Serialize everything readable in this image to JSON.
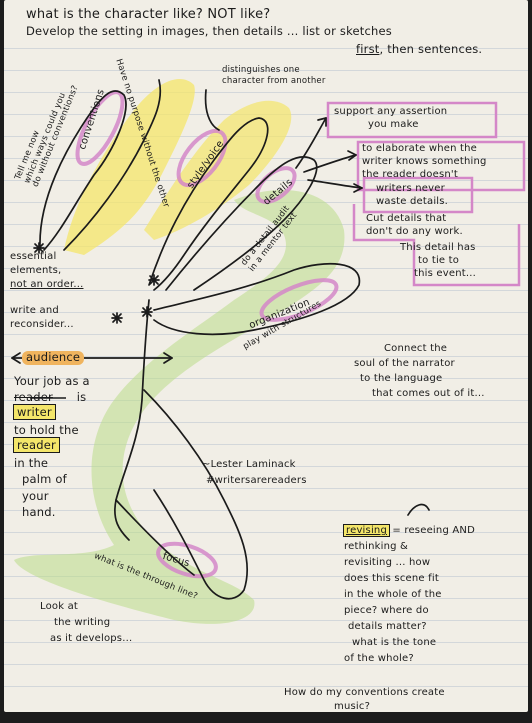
{
  "page": {
    "header": {
      "line1": "what is the character like? NOT like?",
      "line2": "Develop the setting in images, then details ... list or sketches",
      "line3a": "first",
      "line3b": ", then sentences."
    },
    "convention_note": {
      "l1": "Tell me now",
      "l2": "which ways could you",
      "l3": "do without conventions?"
    },
    "convention_note2": "Have no purpose without the other",
    "branches": {
      "conventions": "conventions",
      "style_voice": "style/voice",
      "distinguishes": {
        "l1": "distinguishes one",
        "l2": "character from another"
      },
      "details": "details",
      "detail_audit": {
        "l1": "do a detail audit",
        "l2": "in a mentor text"
      },
      "organization": "organization",
      "play_structures": "play with structures",
      "audience": "audience",
      "focus": "focus",
      "through_line": "what is the through line?"
    },
    "support": {
      "l1": "support any assertion",
      "l2": "you make"
    },
    "elaborate": {
      "l1": "to elaborate when the",
      "l2": "writer knows something",
      "l3": "the reader doesn't"
    },
    "writers_never": {
      "l1": "writers never",
      "l2": "waste details."
    },
    "cut_details": {
      "l1": "Cut details that",
      "l2": "don't do any work.",
      "l3": "This detail has",
      "l4": "to tie to",
      "l5": "this event..."
    },
    "essential": {
      "l1": "essential",
      "l2": "elements,",
      "l3": "not an order..."
    },
    "write_reconsider": {
      "l1": "write and",
      "l2": "reconsider..."
    },
    "job": {
      "l1": "Your job as a",
      "l2a": "reader",
      "l2b": "is",
      "l3": "writer",
      "l4": "to hold the",
      "l5": "reader",
      "l6": "in the",
      "l7": "palm of",
      "l8": "your",
      "l9": "hand."
    },
    "connect": {
      "l1": "Connect the",
      "l2": "soul of the narrator",
      "l3": "to the language",
      "l4": "that comes out of it..."
    },
    "quote": {
      "l1": "~Lester Laminack",
      "l2": "#writersarereaders"
    },
    "revising": {
      "word": "revising",
      "l1": "= reseeing AND",
      "l2": "rethinking &",
      "l3": "revisiting ... how",
      "l4": "does this scene fit",
      "l5": "in the whole of the",
      "l6": "piece? where do",
      "l7": "details matter?",
      "l8": "what is the tone",
      "l9": "of the whole?",
      "l10": "How do my conventions create",
      "l11": "music?"
    },
    "look": {
      "l1": "Look at",
      "l2": "the writing",
      "l3": "as it develops..."
    }
  },
  "colors": {
    "paper": "#f1eee6",
    "yellow_highlight": "#f4e66a",
    "green_highlight": "#b9dc88",
    "pink_outline": "#d487c8",
    "orange_highlight": "#f0b45e",
    "ink": "#1b1b1b"
  }
}
